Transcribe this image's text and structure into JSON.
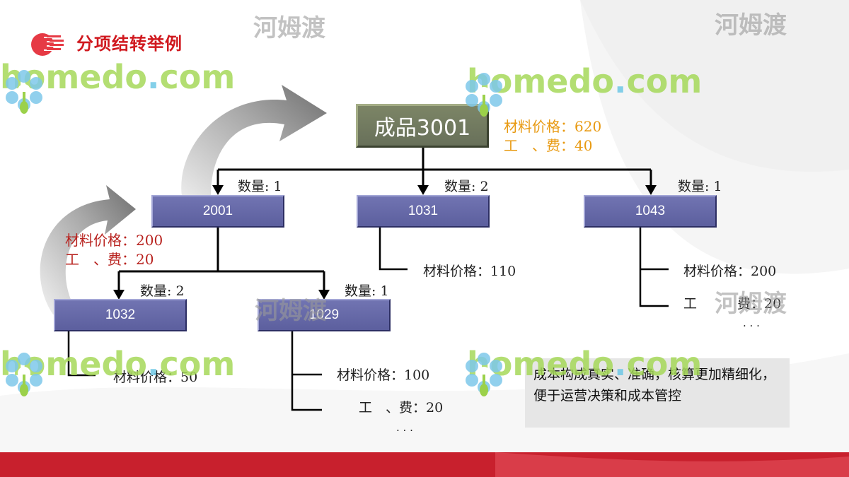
{
  "title": "分项结转举例",
  "root": {
    "label": "成品3001",
    "cost_lines": [
      "材料价格：620",
      "工　、费：40"
    ]
  },
  "level1": [
    {
      "label": "2001",
      "qty": "数量: 1",
      "cost_lines": [
        "材料价格：200",
        "工　、费：20"
      ]
    },
    {
      "label": "1031",
      "qty": "数量: 2",
      "material": "材料价格：110"
    },
    {
      "label": "1043",
      "qty": "数量: 1",
      "material": "材料价格：200",
      "labor": "工　　　费：20",
      "ellipsis": ". . ."
    }
  ],
  "level2": [
    {
      "label": "1032",
      "qty": "数量: 2",
      "material": "材料价格：50"
    },
    {
      "label": "1029",
      "qty": "数量: 1",
      "material": "材料价格：100",
      "labor": "工　、费：20",
      "ellipsis": ". . ."
    }
  ],
  "summary": "成本构成真实、准确，核算更加精细化，便于运营决策和成本管控",
  "watermark": {
    "brand": "homedo",
    "dot": ".",
    "tld": "com",
    "cn": "河姆渡"
  },
  "colors": {
    "title": "#d0191f",
    "node": "#6568a8",
    "root": "#737b60",
    "orange": "#e89a12",
    "red": "#b8231f",
    "footer": "#c8202d"
  }
}
